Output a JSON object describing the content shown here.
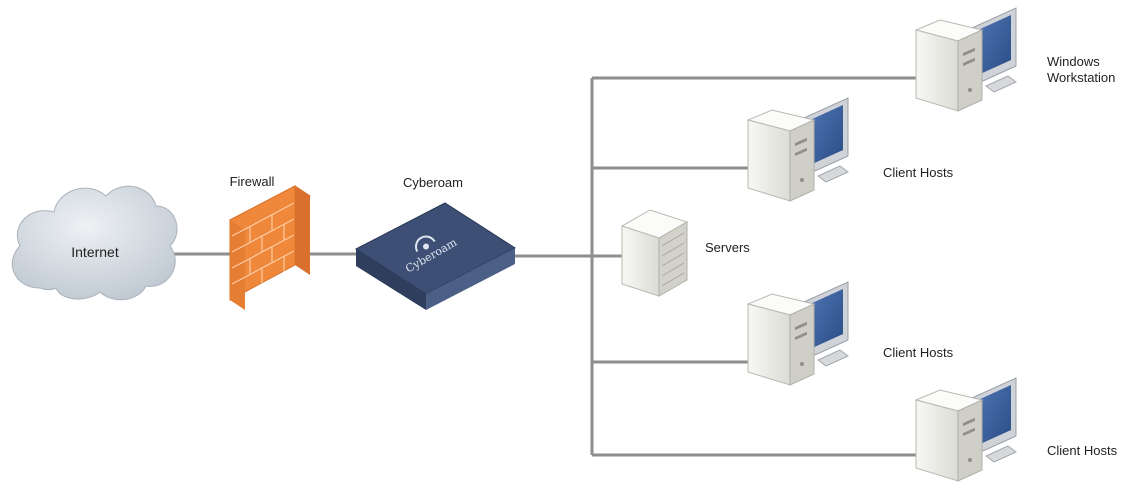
{
  "diagram": {
    "nodes": {
      "internet": {
        "label": "Internet"
      },
      "firewall": {
        "label": "Firewall"
      },
      "cyberoam": {
        "label": "Cyberoam",
        "brand": "Cyberoam"
      },
      "servers": {
        "label": "Servers"
      },
      "windows_workstation": {
        "label_line1": "Windows",
        "label_line2": "Workstation"
      },
      "client_hosts_1": {
        "label": "Client Hosts"
      },
      "client_hosts_2": {
        "label": "Client Hosts"
      },
      "client_hosts_3": {
        "label": "Client Hosts"
      }
    },
    "colors": {
      "link": "#8e8e8e",
      "cloud": "#cfd6de",
      "firewall": "#f0883c",
      "appliance": "#3d4f74",
      "monitor_screen": "#3a5f9a",
      "tower": "#eeeeea"
    }
  }
}
